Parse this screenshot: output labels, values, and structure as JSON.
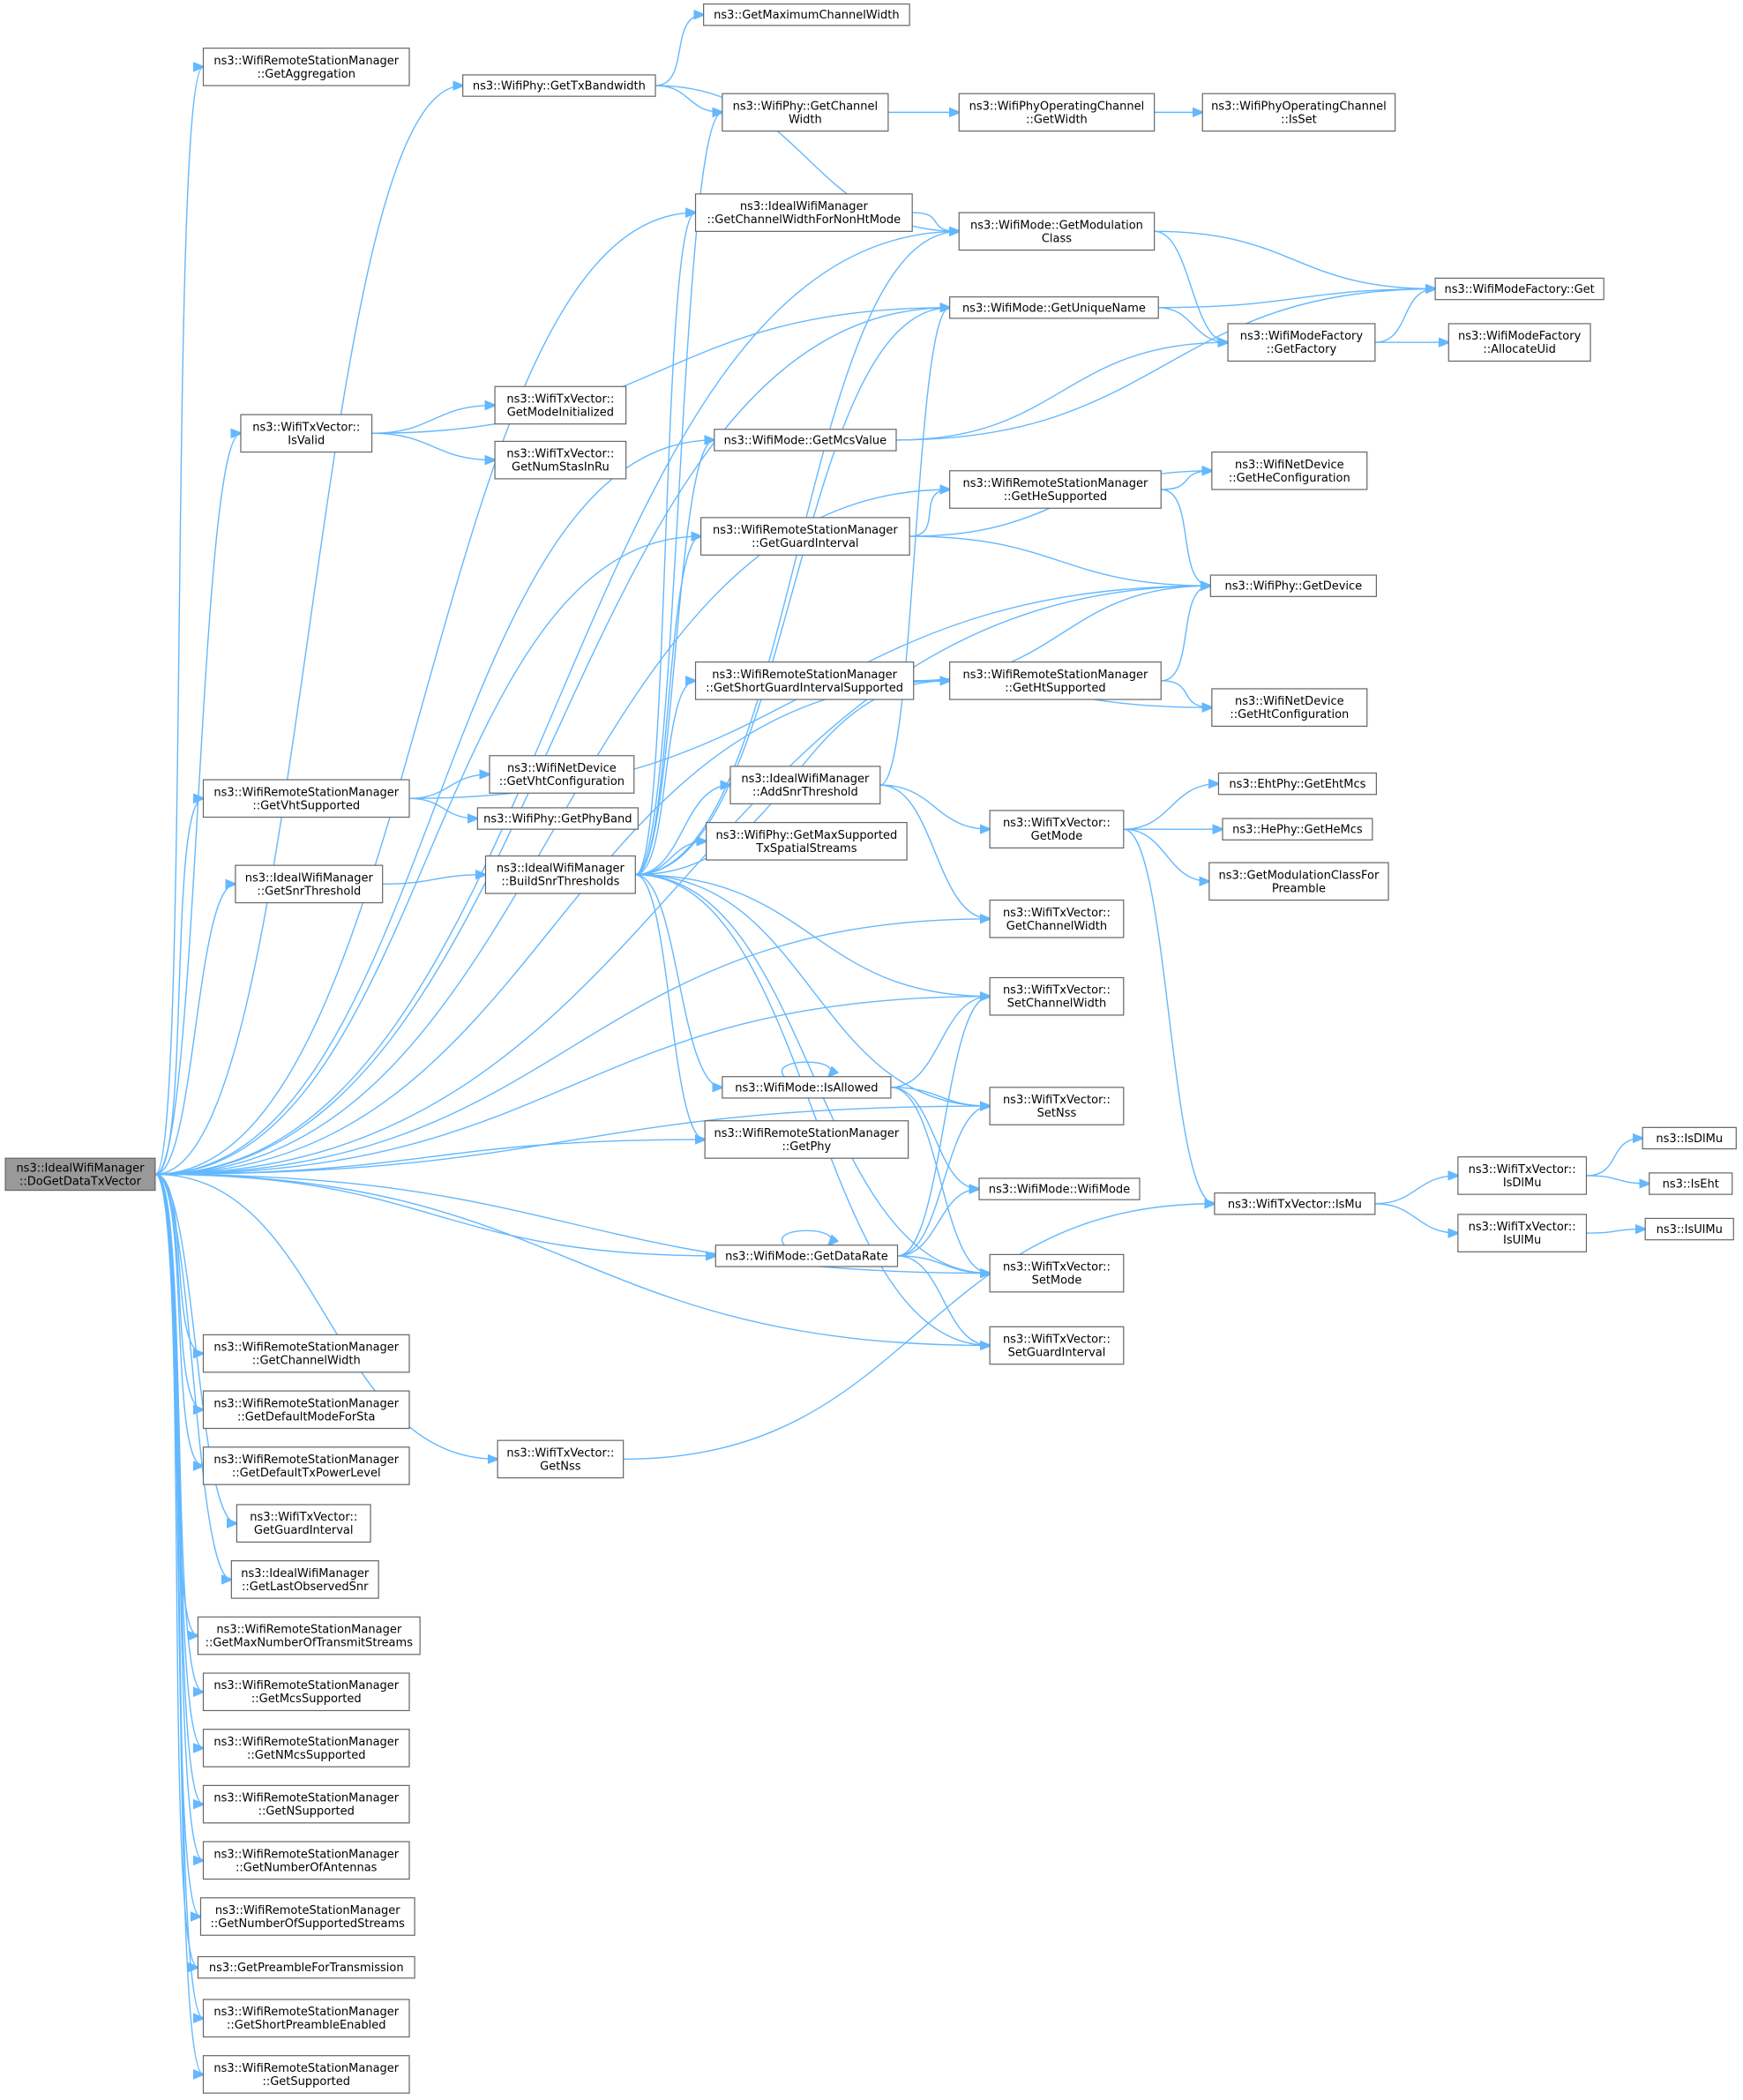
{
  "accent_color": "#63b8ff",
  "root_fill": "#999999",
  "nodes": [
    {
      "id": "root",
      "lines": [
        "ns3::IdealWifiManager",
        "::DoGetDataTxVector"
      ],
      "root": true
    },
    {
      "id": "getAgg",
      "lines": [
        "ns3::WifiRemoteStationManager",
        "::GetAggregation"
      ]
    },
    {
      "id": "txBw",
      "lines": [
        "ns3::WifiPhy::GetTxBandwidth"
      ]
    },
    {
      "id": "maxChW",
      "lines": [
        "ns3::GetMaximumChannelWidth"
      ]
    },
    {
      "id": "phyChW",
      "lines": [
        "ns3::WifiPhy::GetChannel",
        "Width"
      ]
    },
    {
      "id": "opChW",
      "lines": [
        "ns3::WifiPhyOperatingChannel",
        "::GetWidth"
      ]
    },
    {
      "id": "opIsSet",
      "lines": [
        "ns3::WifiPhyOperatingChannel",
        "::IsSet"
      ]
    },
    {
      "id": "chwNonHt",
      "lines": [
        "ns3::IdealWifiManager",
        "::GetChannelWidthForNonHtMode"
      ]
    },
    {
      "id": "modClass",
      "lines": [
        "ns3::WifiMode::GetModulation",
        "Class"
      ]
    },
    {
      "id": "uniqueName",
      "lines": [
        "ns3::WifiMode::GetUniqueName"
      ]
    },
    {
      "id": "mfGet",
      "lines": [
        "ns3::WifiModeFactory::Get"
      ]
    },
    {
      "id": "mfFactory",
      "lines": [
        "ns3::WifiModeFactory",
        "::GetFactory"
      ]
    },
    {
      "id": "mfAlloc",
      "lines": [
        "ns3::WifiModeFactory",
        "::AllocateUid"
      ]
    },
    {
      "id": "isValid",
      "lines": [
        "ns3::WifiTxVector::",
        "IsValid"
      ]
    },
    {
      "id": "modeInit",
      "lines": [
        "ns3::WifiTxVector::",
        "GetModeInitialized"
      ]
    },
    {
      "id": "numStas",
      "lines": [
        "ns3::WifiTxVector::",
        "GetNumStasInRu"
      ]
    },
    {
      "id": "mcsValue",
      "lines": [
        "ns3::WifiMode::GetMcsValue"
      ]
    },
    {
      "id": "heSupp",
      "lines": [
        "ns3::WifiRemoteStationManager",
        "::GetHeSupported"
      ]
    },
    {
      "id": "heConf",
      "lines": [
        "ns3::WifiNetDevice",
        "::GetHeConfiguration"
      ]
    },
    {
      "id": "guardInt",
      "lines": [
        "ns3::WifiRemoteStationManager",
        "::GetGuardInterval"
      ]
    },
    {
      "id": "getDevice",
      "lines": [
        "ns3::WifiPhy::GetDevice"
      ]
    },
    {
      "id": "sgiSupp",
      "lines": [
        "ns3::WifiRemoteStationManager",
        "::GetShortGuardIntervalSupported"
      ]
    },
    {
      "id": "htSupp",
      "lines": [
        "ns3::WifiRemoteStationManager",
        "::GetHtSupported"
      ]
    },
    {
      "id": "htConf",
      "lines": [
        "ns3::WifiNetDevice",
        "::GetHtConfiguration"
      ]
    },
    {
      "id": "vhtSupp",
      "lines": [
        "ns3::WifiRemoteStationManager",
        "::GetVhtSupported"
      ]
    },
    {
      "id": "vhtConf",
      "lines": [
        "ns3::WifiNetDevice",
        "::GetVhtConfiguration"
      ]
    },
    {
      "id": "phyBand",
      "lines": [
        "ns3::WifiPhy::GetPhyBand"
      ]
    },
    {
      "id": "addSnr",
      "lines": [
        "ns3::IdealWifiManager",
        "::AddSnrThreshold"
      ]
    },
    {
      "id": "txGetMode",
      "lines": [
        "ns3::WifiTxVector::",
        "GetMode"
      ]
    },
    {
      "id": "ehtMcs",
      "lines": [
        "ns3::EhtPhy::GetEhtMcs"
      ]
    },
    {
      "id": "heMcs",
      "lines": [
        "ns3::HePhy::GetHeMcs"
      ]
    },
    {
      "id": "modClassPre",
      "lines": [
        "ns3::GetModulationClassFor",
        "Preamble"
      ]
    },
    {
      "id": "maxStreams",
      "lines": [
        "ns3::WifiPhy::GetMaxSupported",
        "TxSpatialStreams"
      ]
    },
    {
      "id": "snrThr",
      "lines": [
        "ns3::IdealWifiManager",
        "::GetSnrThreshold"
      ]
    },
    {
      "id": "buildSnr",
      "lines": [
        "ns3::IdealWifiManager",
        "::BuildSnrThresholds"
      ]
    },
    {
      "id": "txGetChW",
      "lines": [
        "ns3::WifiTxVector::",
        "GetChannelWidth"
      ]
    },
    {
      "id": "setChW",
      "lines": [
        "ns3::WifiTxVector::",
        "SetChannelWidth"
      ]
    },
    {
      "id": "isAllowed",
      "lines": [
        "ns3::WifiMode::IsAllowed"
      ]
    },
    {
      "id": "setNss",
      "lines": [
        "ns3::WifiTxVector::",
        "SetNss"
      ]
    },
    {
      "id": "getPhy",
      "lines": [
        "ns3::WifiRemoteStationManager",
        "::GetPhy"
      ]
    },
    {
      "id": "wifiMode",
      "lines": [
        "ns3::WifiMode::WifiMode"
      ]
    },
    {
      "id": "isMu",
      "lines": [
        "ns3::WifiTxVector::IsMu"
      ]
    },
    {
      "id": "isDlMuTx",
      "lines": [
        "ns3::WifiTxVector::",
        "IsDlMu"
      ]
    },
    {
      "id": "isDlMu",
      "lines": [
        "ns3::IsDlMu"
      ]
    },
    {
      "id": "isEht",
      "lines": [
        "ns3::IsEht"
      ]
    },
    {
      "id": "isUlMuTx",
      "lines": [
        "ns3::WifiTxVector::",
        "IsUlMu"
      ]
    },
    {
      "id": "isUlMu",
      "lines": [
        "ns3::IsUlMu"
      ]
    },
    {
      "id": "dataRate",
      "lines": [
        "ns3::WifiMode::GetDataRate"
      ]
    },
    {
      "id": "setMode",
      "lines": [
        "ns3::WifiTxVector::",
        "SetMode"
      ]
    },
    {
      "id": "setGi",
      "lines": [
        "ns3::WifiTxVector::",
        "SetGuardInterval"
      ]
    },
    {
      "id": "rsmChW",
      "lines": [
        "ns3::WifiRemoteStationManager",
        "::GetChannelWidth"
      ]
    },
    {
      "id": "defMode",
      "lines": [
        "ns3::WifiRemoteStationManager",
        "::GetDefaultModeForSta"
      ]
    },
    {
      "id": "defPow",
      "lines": [
        "ns3::WifiRemoteStationManager",
        "::GetDefaultTxPowerLevel"
      ]
    },
    {
      "id": "txGi",
      "lines": [
        "ns3::WifiTxVector::",
        "GetGuardInterval"
      ]
    },
    {
      "id": "lastSnr",
      "lines": [
        "ns3::IdealWifiManager",
        "::GetLastObservedSnr"
      ]
    },
    {
      "id": "maxNumStreams",
      "lines": [
        "ns3::WifiRemoteStationManager",
        "::GetMaxNumberOfTransmitStreams"
      ]
    },
    {
      "id": "mcsSupp",
      "lines": [
        "ns3::WifiRemoteStationManager",
        "::GetMcsSupported"
      ]
    },
    {
      "id": "nMcsSupp",
      "lines": [
        "ns3::WifiRemoteStationManager",
        "::GetNMcsSupported"
      ]
    },
    {
      "id": "nSupp",
      "lines": [
        "ns3::WifiRemoteStationManager",
        "::GetNSupported"
      ]
    },
    {
      "id": "numAnt",
      "lines": [
        "ns3::WifiRemoteStationManager",
        "::GetNumberOfAntennas"
      ]
    },
    {
      "id": "numSuppStreams",
      "lines": [
        "ns3::WifiRemoteStationManager",
        "::GetNumberOfSupportedStreams"
      ]
    },
    {
      "id": "preamble",
      "lines": [
        "ns3::GetPreambleForTransmission"
      ]
    },
    {
      "id": "shortPre",
      "lines": [
        "ns3::WifiRemoteStationManager",
        "::GetShortPreambleEnabled"
      ]
    },
    {
      "id": "getSupp",
      "lines": [
        "ns3::WifiRemoteStationManager",
        "::GetSupported"
      ]
    },
    {
      "id": "getNss",
      "lines": [
        "ns3::WifiTxVector::",
        "GetNss"
      ]
    }
  ],
  "edges": [
    [
      "root",
      "getAgg"
    ],
    [
      "root",
      "txBw"
    ],
    [
      "root",
      "modClass"
    ],
    [
      "root",
      "chwNonHt"
    ],
    [
      "root",
      "uniqueName"
    ],
    [
      "root",
      "isValid"
    ],
    [
      "root",
      "mcsValue"
    ],
    [
      "root",
      "heSupp"
    ],
    [
      "root",
      "guardInt"
    ],
    [
      "root",
      "getDevice"
    ],
    [
      "root",
      "htSupp"
    ],
    [
      "root",
      "vhtSupp"
    ],
    [
      "root",
      "snrThr"
    ],
    [
      "root",
      "txGetChW"
    ],
    [
      "root",
      "setChW"
    ],
    [
      "root",
      "getPhy"
    ],
    [
      "root",
      "setNss"
    ],
    [
      "root",
      "dataRate"
    ],
    [
      "root",
      "setMode"
    ],
    [
      "root",
      "setGi"
    ],
    [
      "root",
      "rsmChW"
    ],
    [
      "root",
      "defMode"
    ],
    [
      "root",
      "defPow"
    ],
    [
      "root",
      "txGi"
    ],
    [
      "root",
      "lastSnr"
    ],
    [
      "root",
      "maxNumStreams"
    ],
    [
      "root",
      "mcsSupp"
    ],
    [
      "root",
      "nMcsSupp"
    ],
    [
      "root",
      "nSupp"
    ],
    [
      "root",
      "numAnt"
    ],
    [
      "root",
      "numSuppStreams"
    ],
    [
      "root",
      "preamble"
    ],
    [
      "root",
      "shortPre"
    ],
    [
      "root",
      "getSupp"
    ],
    [
      "root",
      "getNss"
    ],
    [
      "txBw",
      "maxChW"
    ],
    [
      "txBw",
      "phyChW"
    ],
    [
      "txBw",
      "modClass"
    ],
    [
      "phyChW",
      "opChW"
    ],
    [
      "opChW",
      "opIsSet"
    ],
    [
      "chwNonHt",
      "modClass"
    ],
    [
      "modClass",
      "mfGet"
    ],
    [
      "modClass",
      "mfFactory"
    ],
    [
      "uniqueName",
      "mfGet"
    ],
    [
      "uniqueName",
      "mfFactory"
    ],
    [
      "mfFactory",
      "mfGet"
    ],
    [
      "mfFactory",
      "mfAlloc"
    ],
    [
      "isValid",
      "uniqueName"
    ],
    [
      "isValid",
      "modeInit"
    ],
    [
      "isValid",
      "numStas"
    ],
    [
      "mcsValue",
      "mfFactory"
    ],
    [
      "mcsValue",
      "mfGet"
    ],
    [
      "heSupp",
      "heConf"
    ],
    [
      "heSupp",
      "getDevice"
    ],
    [
      "guardInt",
      "heSupp"
    ],
    [
      "guardInt",
      "heConf"
    ],
    [
      "guardInt",
      "getDevice"
    ],
    [
      "sgiSupp",
      "htSupp"
    ],
    [
      "sgiSupp",
      "htConf"
    ],
    [
      "sgiSupp",
      "getDevice"
    ],
    [
      "htSupp",
      "htConf"
    ],
    [
      "htSupp",
      "getDevice"
    ],
    [
      "vhtSupp",
      "vhtConf"
    ],
    [
      "vhtSupp",
      "phyBand"
    ],
    [
      "vhtSupp",
      "getDevice"
    ],
    [
      "snrThr",
      "buildSnr"
    ],
    [
      "buildSnr",
      "phyChW"
    ],
    [
      "buildSnr",
      "chwNonHt"
    ],
    [
      "buildSnr",
      "modClass"
    ],
    [
      "buildSnr",
      "uniqueName"
    ],
    [
      "buildSnr",
      "mcsValue"
    ],
    [
      "buildSnr",
      "guardInt"
    ],
    [
      "buildSnr",
      "sgiSupp"
    ],
    [
      "buildSnr",
      "htSupp"
    ],
    [
      "buildSnr",
      "addSnr"
    ],
    [
      "buildSnr",
      "maxStreams"
    ],
    [
      "buildSnr",
      "setChW"
    ],
    [
      "buildSnr",
      "isAllowed"
    ],
    [
      "buildSnr",
      "setNss"
    ],
    [
      "buildSnr",
      "getPhy"
    ],
    [
      "buildSnr",
      "setMode"
    ],
    [
      "buildSnr",
      "setGi"
    ],
    [
      "addSnr",
      "uniqueName"
    ],
    [
      "addSnr",
      "txGetMode"
    ],
    [
      "addSnr",
      "txGetChW"
    ],
    [
      "txGetMode",
      "ehtMcs"
    ],
    [
      "txGetMode",
      "heMcs"
    ],
    [
      "txGetMode",
      "modClassPre"
    ],
    [
      "txGetMode",
      "isMu"
    ],
    [
      "isAllowed",
      "isAllowed"
    ],
    [
      "isAllowed",
      "setChW"
    ],
    [
      "isAllowed",
      "setNss"
    ],
    [
      "isAllowed",
      "wifiMode"
    ],
    [
      "isAllowed",
      "setMode"
    ],
    [
      "dataRate",
      "dataRate"
    ],
    [
      "dataRate",
      "setChW"
    ],
    [
      "dataRate",
      "setNss"
    ],
    [
      "dataRate",
      "wifiMode"
    ],
    [
      "dataRate",
      "setMode"
    ],
    [
      "dataRate",
      "setGi"
    ],
    [
      "isMu",
      "isDlMuTx"
    ],
    [
      "isMu",
      "isUlMuTx"
    ],
    [
      "isDlMuTx",
      "isDlMu"
    ],
    [
      "isDlMuTx",
      "isEht"
    ],
    [
      "isUlMuTx",
      "isUlMu"
    ],
    [
      "getNss",
      "isMu"
    ]
  ]
}
